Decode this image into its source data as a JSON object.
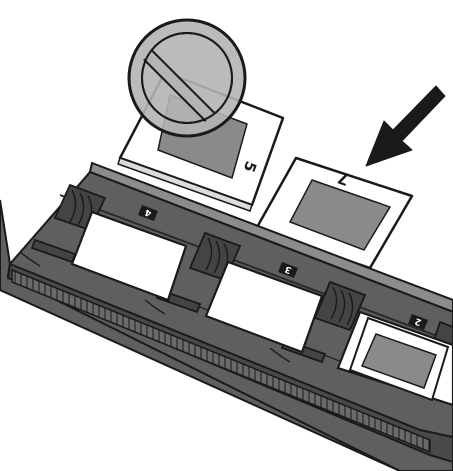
{
  "slides": {
    "prohibited_slide_number": "5",
    "correct_slide_number": "7"
  },
  "holder": {
    "frame_numbers": [
      "4",
      "3",
      "2"
    ]
  },
  "colors": {
    "holder_body": "#5f5f5f",
    "holder_dark": "#3a3a3a",
    "slide_mount": "#ffffff",
    "slide_window": "#8a8a8a",
    "prohibit_fill": "#b4b4b4",
    "outline": "#1a1a1a"
  },
  "icons": [
    "prohibited-icon",
    "arrow-down-left-icon"
  ]
}
